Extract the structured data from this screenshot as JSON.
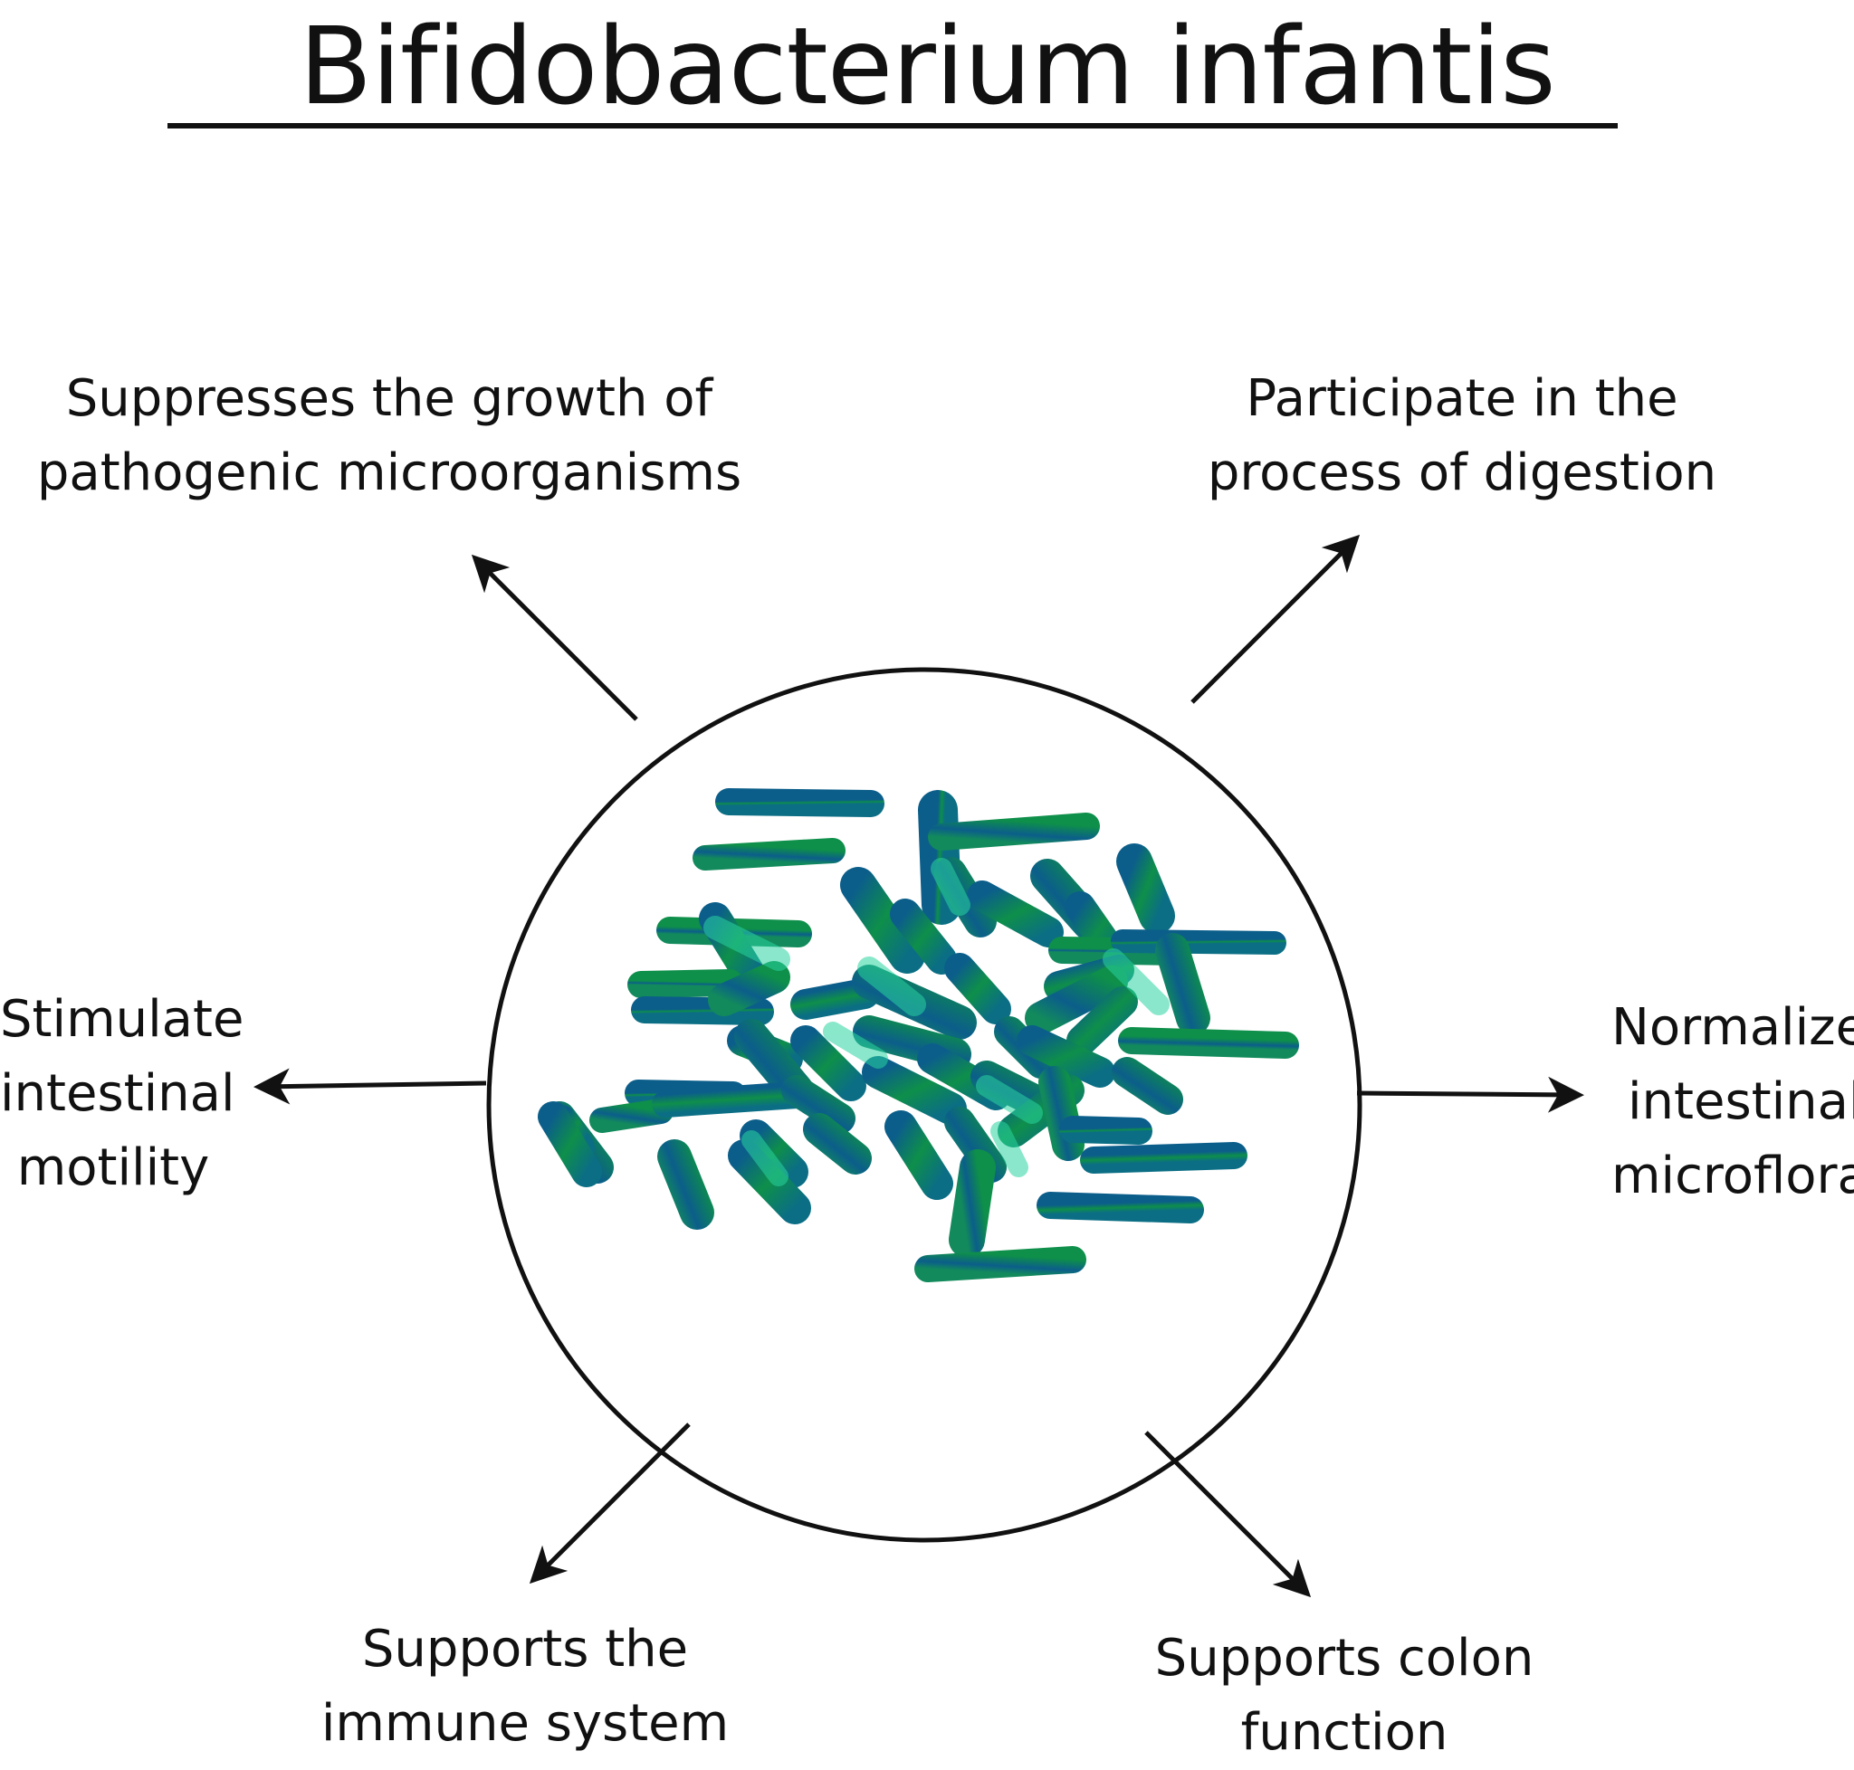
{
  "title": "Bifidobacterium infantis",
  "benefits": {
    "top_left": [
      "Suppresses the growth of",
      "pathogenic microorganisms"
    ],
    "top_right": [
      "Participate in the",
      "process of digestion"
    ],
    "left": [
      "Stimulate",
      "intestinal",
      "motility"
    ],
    "right": [
      "Normalize",
      "intestinal",
      "microflora"
    ],
    "bottom_left": [
      "Supports the",
      "immune system"
    ],
    "bottom_right": [
      "Supports colon",
      "function"
    ]
  },
  "colors": {
    "ink": "#111111",
    "bacteria_dark": "#0b5e8a",
    "bacteria_green": "#0e8f4a",
    "bacteria_light": "#2ad4a0"
  }
}
